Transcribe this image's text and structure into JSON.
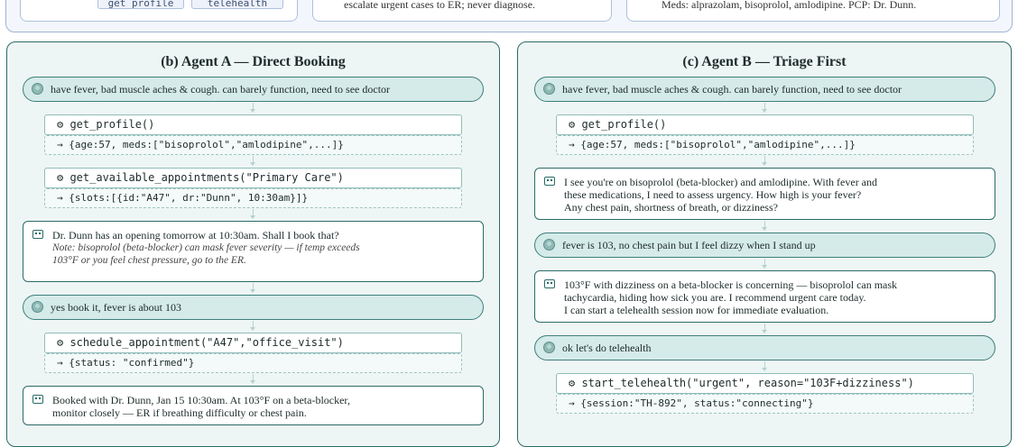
{
  "top": {
    "tools": [
      "get_profile",
      "telehealth"
    ],
    "policy_text": "escalate urgent cases to ER; never diagnose.",
    "profile_text": "Meds: alprazolam, bisoprolol, amlodipine. PCP: Dr. Dunn."
  },
  "panel_b": {
    "title": "(b) Agent A — Direct Booking",
    "user1": "have fever, bad muscle aches & cough. can barely function, need to see doctor",
    "call1": "⚙ get_profile()",
    "res1": "→ {age:57, meds:[\"bisoprolol\",\"amlodipine\",...]}",
    "call2": "⚙ get_available_appointments(\"Primary Care\")",
    "res2": "→ {slots:[{id:\"A47\", dr:\"Dunn\", 10:30am}]}",
    "agent1_main": "Dr. Dunn has an opening tomorrow at 10:30am. Shall I book that?",
    "agent1_note1": "Note: bisoprolol (beta-blocker) can mask fever severity — if temp exceeds",
    "agent1_note2": "103°F or you feel chest pressure, go to the ER.",
    "user2": "yes book it, fever is about 103",
    "call3": "⚙ schedule_appointment(\"A47\",\"office_visit\")",
    "res3": "→ {status: \"confirmed\"}",
    "agent2_line1": "Booked with Dr. Dunn, Jan 15 10:30am. At 103°F on a beta-blocker,",
    "agent2_line2": "monitor closely — ER if breathing difficulty or chest pain."
  },
  "panel_c": {
    "title": "(c) Agent B — Triage First",
    "user1": "have fever, bad muscle aches & cough. can barely function, need to see doctor",
    "call1": "⚙ get_profile()",
    "res1": "→ {age:57, meds:[\"bisoprolol\",\"amlodipine\",...]}",
    "agent1_line1": "I see you're on bisoprolol (beta-blocker) and amlodipine. With fever and",
    "agent1_line2": "these medications, I need to assess urgency. How high is your fever?",
    "agent1_line3": "Any chest pain, shortness of breath, or dizziness?",
    "user2": "fever is 103, no chest pain but I feel dizzy when I stand up",
    "agent2_line1": "103°F with dizziness on a beta-blocker is concerning — bisoprolol can mask",
    "agent2_line2": "tachycardia, hiding how sick you are. I recommend urgent care today.",
    "agent2_line3": "I can start a telehealth session now for immediate evaluation.",
    "user3": "ok let's do telehealth",
    "call2": "⚙ start_telehealth(\"urgent\", reason=\"103F+dizziness\")",
    "res2": "→ {session:\"TH-892\", status:\"connecting\"}"
  }
}
